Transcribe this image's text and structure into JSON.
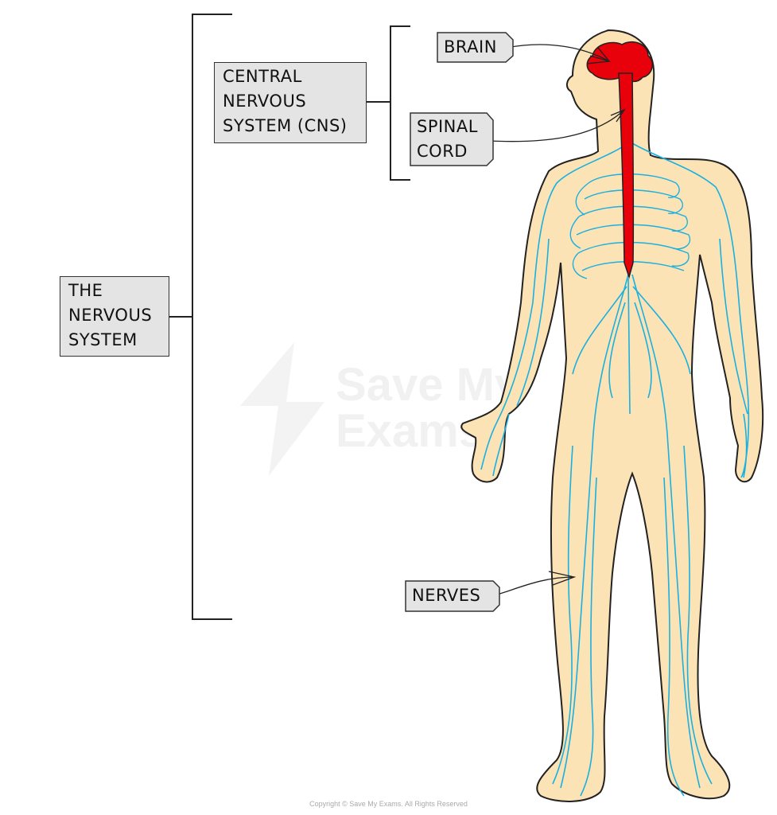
{
  "diagram": {
    "root_label": [
      "THE",
      "NERVOUS",
      "SYSTEM"
    ],
    "cns_label": [
      "CENTRAL",
      "NERVOUS",
      "SYSTEM (CNS)"
    ],
    "brain_label": "BRAIN",
    "spinal_label": [
      "SPINAL",
      "CORD"
    ],
    "nerves_label": "NERVES"
  },
  "watermark": {
    "line1": "Save My",
    "line2": "Exams"
  },
  "copyright": "Copyright © Save My Exams. All Rights Reserved",
  "colors": {
    "skin": "#fbe3b6",
    "cns": "#e8000a",
    "nerves": "#1ab0e0",
    "label_bg": "#e4e4e4"
  }
}
